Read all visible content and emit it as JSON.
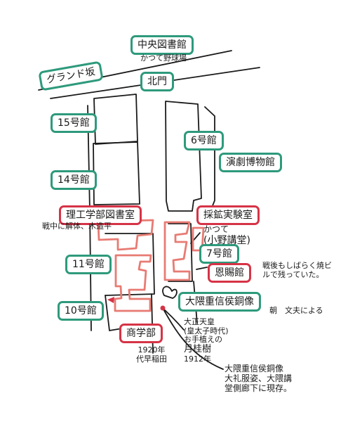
{
  "colors": {
    "ink": "#1a1a1a",
    "green": "#2e9a7c",
    "red": "#d63346",
    "salmon": "#e87b73"
  },
  "labels": {
    "central_library": "中央図書館",
    "central_library_note": "かつて野球場",
    "grand_ave": "グランド坂",
    "north_gate": "北門",
    "bldg15": "15号館",
    "bldg14": "14号館",
    "bldg6": "6号館",
    "theatre_museum": "演劇博物館",
    "science_eng_library": "理工学部図書室",
    "wartime_note": [
      "戦中に解体、木造平"
    ],
    "mining_lab": "採鉱実験室",
    "ono_lecture_note": [
      "かつて",
      "(小野講堂)"
    ],
    "bldg7": "7号館",
    "bldg11": "11号館",
    "onshi_kan": "恩賜館",
    "onshi_note": [
      "戦後もしばらく焼ビルで残っていた。"
    ],
    "okuma_statue": "大隈重信侯銅像",
    "asahi_note": "朝　文夫による",
    "bldg10": "10号館",
    "commerce_dept": "商学部",
    "taisho_note": [
      "大正天皇",
      "(皇太子時代)",
      "お手植えの",
      "月桂樹",
      "1912年"
    ],
    "year_1920_note": [
      "1920年",
      "代早稲田"
    ],
    "statue_note": [
      "大隈重信侯銅像",
      "大礼服姿、大隈講",
      "堂側廊下に現存。"
    ]
  }
}
